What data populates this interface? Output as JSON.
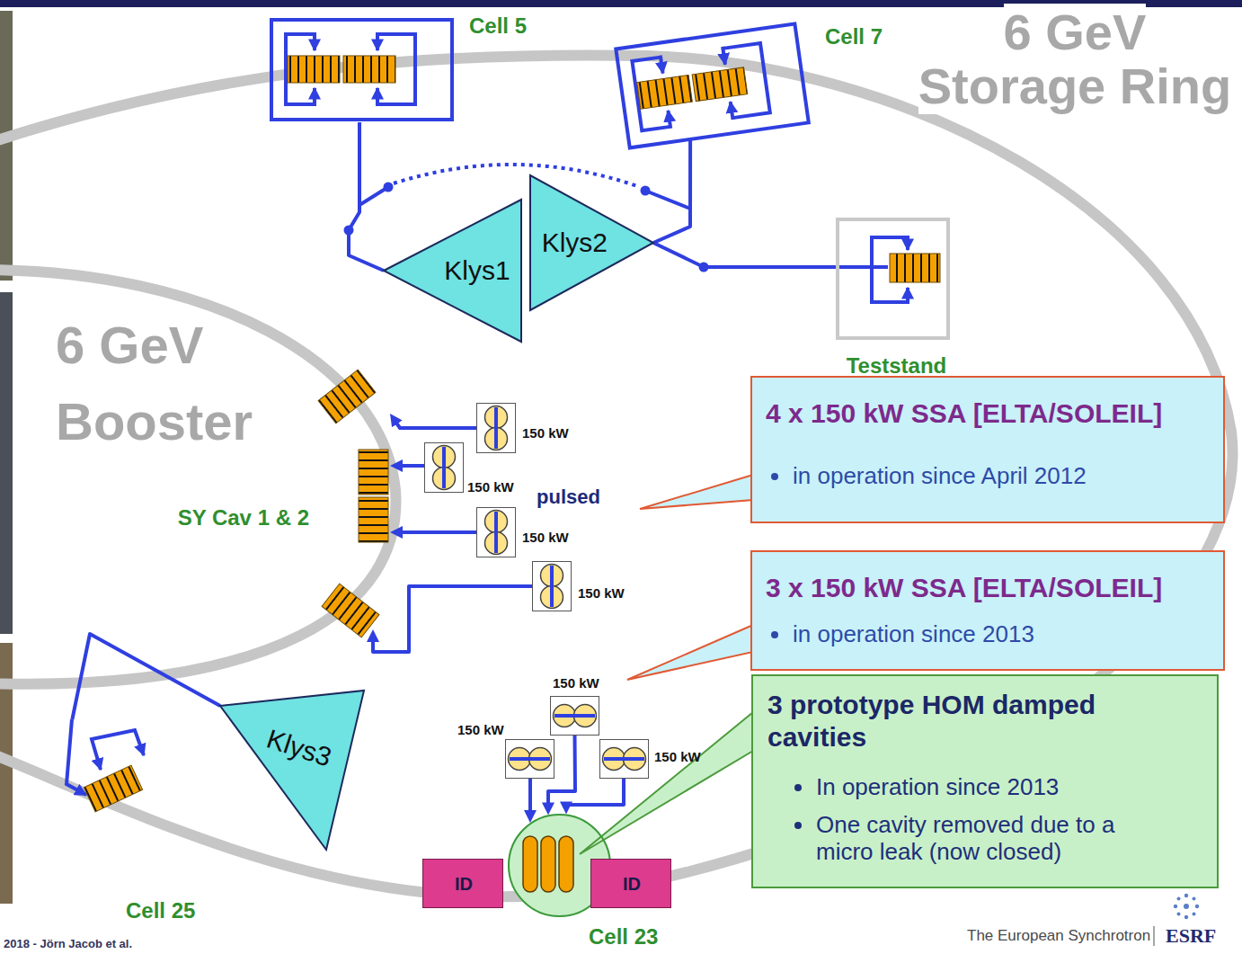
{
  "diagram": {
    "nodes": [
      {
        "text": [
          "Cell 5"
        ]
      },
      {
        "text": [
          "Cell 7"
        ]
      },
      {
        "text": [
          "Klys1"
        ]
      },
      {
        "text": [
          "Klys2"
        ]
      },
      {
        "text": [
          "Teststand"
        ]
      },
      {
        "text": [
          "SY Cav 1 & 2"
        ]
      },
      {
        "text": [
          "150 kW"
        ]
      },
      {
        "text": [
          "150 kW"
        ]
      },
      {
        "text": [
          "150 kW"
        ]
      },
      {
        "text": [
          "150 kW"
        ]
      },
      {
        "text": [
          "4 x 150 kW SSA [ELTA/SOLEIL]",
          "in operation since April 2012"
        ]
      },
      {
        "text": [
          "3 x 150 kW SSA [ELTA/SOLEIL]",
          "in operation since 2013"
        ]
      },
      {
        "text": [
          "Klys3"
        ]
      },
      {
        "text": [
          "Cell 25"
        ]
      },
      {
        "text": [
          "150 kW"
        ]
      },
      {
        "text": [
          "150 kW"
        ]
      },
      {
        "text": [
          "150 kW"
        ]
      },
      {
        "text": [
          "3 prototype HOM damped cavities",
          "In operation since 2013",
          "One cavity removed due to a micro leak (now closed)"
        ]
      },
      {
        "text": [
          "ID"
        ]
      },
      {
        "text": [
          "Cell 23"
        ]
      },
      {
        "text": [
          "ID"
        ]
      }
    ],
    "edges": [
      {
        "from": 2,
        "to": 0,
        "arrow": "none"
      },
      {
        "from": 3,
        "to": 1,
        "arrow": "none"
      },
      {
        "from": 3,
        "to": 4,
        "arrow": "none"
      },
      {
        "from": 6,
        "to": 5,
        "arrow": "to"
      },
      {
        "from": 7,
        "to": 5,
        "arrow": "to"
      },
      {
        "from": 8,
        "to": 5,
        "arrow": "to"
      },
      {
        "from": 9,
        "to": 5,
        "arrow": "to"
      },
      {
        "from": 12,
        "to": 13,
        "arrow": "none"
      },
      {
        "from": 15,
        "to": 19,
        "arrow": "to"
      },
      {
        "from": 14,
        "to": 19,
        "arrow": "to"
      },
      {
        "from": 16,
        "to": 19,
        "arrow": "to"
      }
    ],
    "labels": [
      "6 GeV Storage Ring",
      "6 GeV Booster",
      "pulsed",
      "2018 - Jörn Jacob et al.",
      "The European Synchrotron",
      "ESRF"
    ]
  }
}
